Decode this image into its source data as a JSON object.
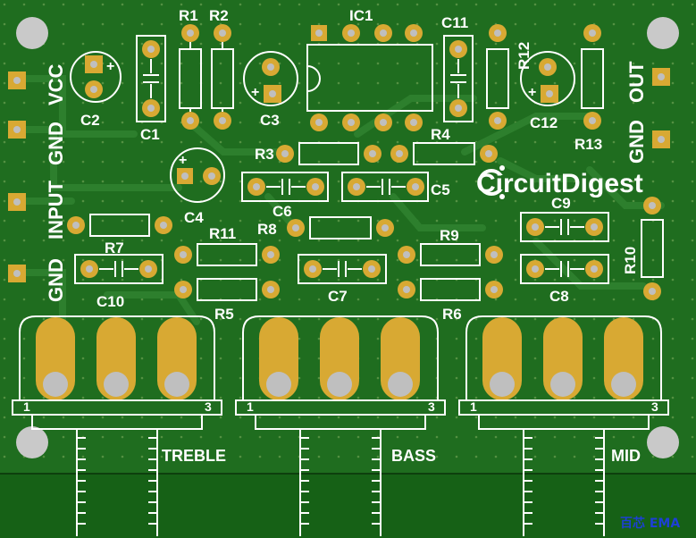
{
  "board": {
    "colors": {
      "soldermask": "#1f6d1f",
      "copper": "#2a7d2a",
      "pad": "#d8a933",
      "silkscreen": "#ffffff",
      "drill": "#bfbfbf",
      "watermark": "#1d3fd6"
    },
    "components": {
      "r1": "R1",
      "r2": "R2",
      "r3": "R3",
      "r4": "R4",
      "r5": "R5",
      "r6": "R6",
      "r7": "R7",
      "r8": "R8",
      "r9": "R9",
      "r10": "R10",
      "r11": "R11",
      "r12": "R12",
      "r13": "R13",
      "c1": "C1",
      "c2": "C2",
      "c3": "C3",
      "c4": "C4",
      "c5": "C5",
      "c6": "C6",
      "c7": "C7",
      "c8": "C8",
      "c9": "C9",
      "c10": "C10",
      "c11": "C11",
      "c12": "C12",
      "ic1": "IC1"
    },
    "connectors": {
      "vcc": "VCC",
      "gnd_top": "GND",
      "input": "INPUT",
      "gnd_bottom": "GND",
      "out": "OUT",
      "gnd_out": "GND"
    },
    "pots": {
      "treble": "TREBLE",
      "bass": "BASS",
      "mid": "MID",
      "pin1": "1",
      "pin3": "3"
    },
    "polarity_mark": "+",
    "logo": "CircuitDigest",
    "watermark": "百芯 EMA"
  }
}
